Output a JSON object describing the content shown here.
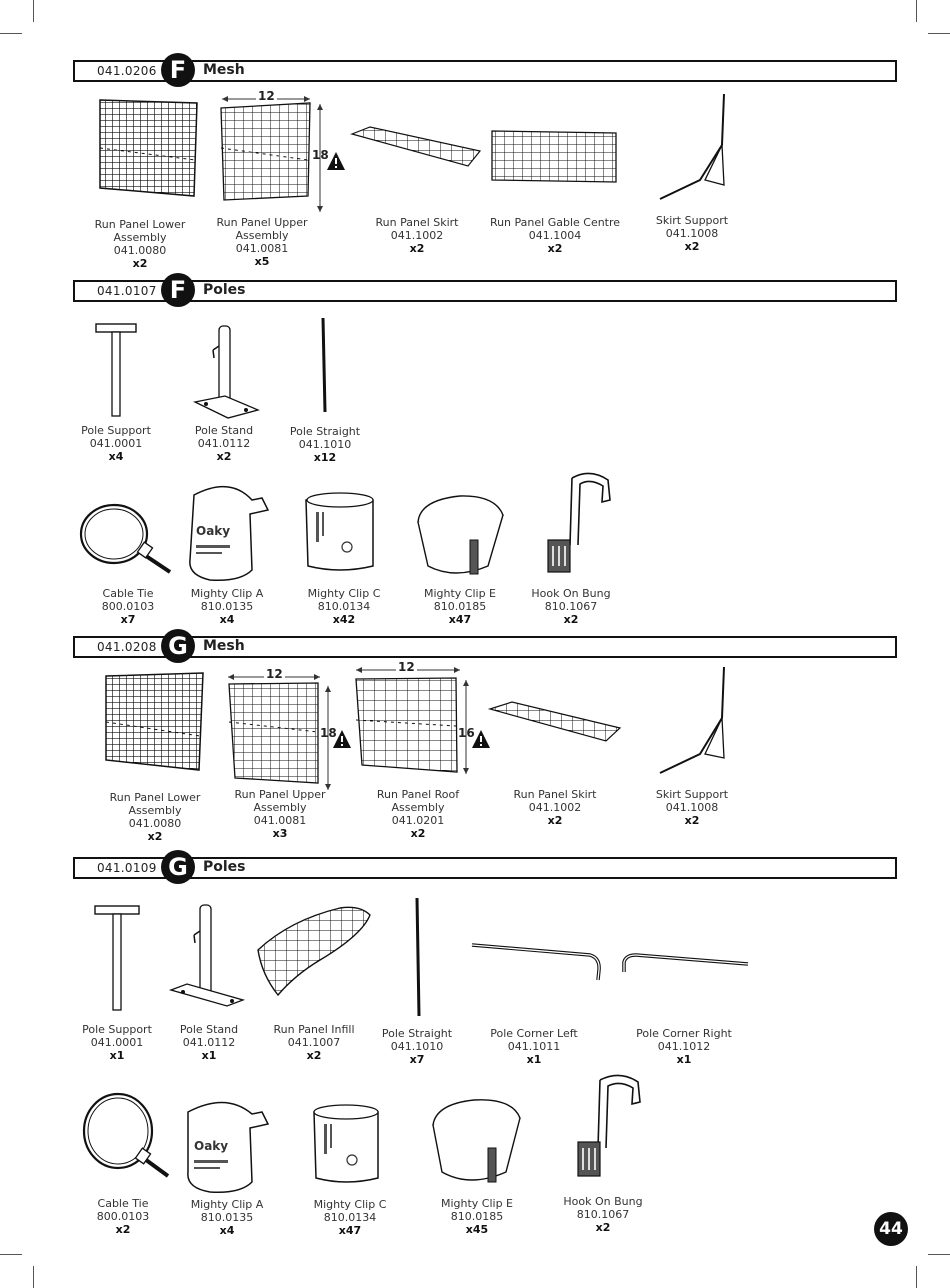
{
  "sections": [
    {
      "code": "041.0206",
      "badge": "F",
      "title": "Mesh",
      "parts": [
        {
          "name": [
            "Run Panel Lower",
            "Assembly"
          ],
          "code": "041.0080",
          "qty": "x2"
        },
        {
          "name": [
            "Run Panel Upper",
            "Assembly"
          ],
          "code": "041.0081",
          "qty": "x5"
        },
        {
          "name": [
            "Run Panel Skirt"
          ],
          "code": "041.1002",
          "qty": "x2"
        },
        {
          "name": [
            "Run Panel Gable Centre"
          ],
          "code": "041.1004",
          "qty": "x2"
        },
        {
          "name": [
            "Skirt Support"
          ],
          "code": "041.1008",
          "qty": "x2"
        }
      ],
      "dims": [
        "12",
        "18"
      ]
    },
    {
      "code": "041.0107",
      "badge": "F",
      "title": "Poles",
      "parts": [
        {
          "name": [
            "Pole Support"
          ],
          "code": "041.0001",
          "qty": "x4"
        },
        {
          "name": [
            "Pole Stand"
          ],
          "code": "041.0112",
          "qty": "x2"
        },
        {
          "name": [
            "Pole Straight"
          ],
          "code": "041.1010",
          "qty": "x12"
        },
        {
          "name": [
            "Cable Tie"
          ],
          "code": "800.0103",
          "qty": "x7"
        },
        {
          "name": [
            "Mighty Clip A"
          ],
          "code": "810.0135",
          "qty": "x4"
        },
        {
          "name": [
            "Mighty Clip C"
          ],
          "code": "810.0134",
          "qty": "x42"
        },
        {
          "name": [
            "Mighty Clip E"
          ],
          "code": "810.0185",
          "qty": "x47"
        },
        {
          "name": [
            "Hook On Bung"
          ],
          "code": "810.1067",
          "qty": "x2"
        }
      ]
    },
    {
      "code": "041.0208",
      "badge": "G",
      "title": "Mesh",
      "parts": [
        {
          "name": [
            "Run Panel Lower",
            "Assembly"
          ],
          "code": "041.0080",
          "qty": "x2"
        },
        {
          "name": [
            "Run Panel Upper",
            "Assembly"
          ],
          "code": "041.0081",
          "qty": "x3"
        },
        {
          "name": [
            "Run Panel Roof",
            "Assembly"
          ],
          "code": "041.0201",
          "qty": "x2"
        },
        {
          "name": [
            "Run Panel Skirt"
          ],
          "code": "041.1002",
          "qty": "x2"
        },
        {
          "name": [
            "Skirt Support"
          ],
          "code": "041.1008",
          "qty": "x2"
        }
      ],
      "dims": [
        "12",
        "18",
        "12",
        "16"
      ]
    },
    {
      "code": "041.0109",
      "badge": "G",
      "title": "Poles",
      "parts": [
        {
          "name": [
            "Pole Support"
          ],
          "code": "041.0001",
          "qty": "x1"
        },
        {
          "name": [
            "Pole Stand"
          ],
          "code": "041.0112",
          "qty": "x1"
        },
        {
          "name": [
            "Run Panel Infill"
          ],
          "code": "041.1007",
          "qty": "x2"
        },
        {
          "name": [
            "Pole Straight"
          ],
          "code": "041.1010",
          "qty": "x7"
        },
        {
          "name": [
            "Pole Corner Left"
          ],
          "code": "041.1011",
          "qty": "x1"
        },
        {
          "name": [
            "Pole Corner Right"
          ],
          "code": "041.1012",
          "qty": "x1"
        },
        {
          "name": [
            "Cable Tie"
          ],
          "code": "800.0103",
          "qty": "x2"
        },
        {
          "name": [
            "Mighty Clip A"
          ],
          "code": "810.0135",
          "qty": "x4"
        },
        {
          "name": [
            "Mighty Clip C"
          ],
          "code": "810.0134",
          "qty": "x47"
        },
        {
          "name": [
            "Mighty Clip E"
          ],
          "code": "810.0185",
          "qty": "x45"
        },
        {
          "name": [
            "Hook On Bung"
          ],
          "code": "810.1067",
          "qty": "x2"
        }
      ]
    }
  ],
  "page_number": "44",
  "icons": {
    "warning": "warning-triangle-icon"
  }
}
